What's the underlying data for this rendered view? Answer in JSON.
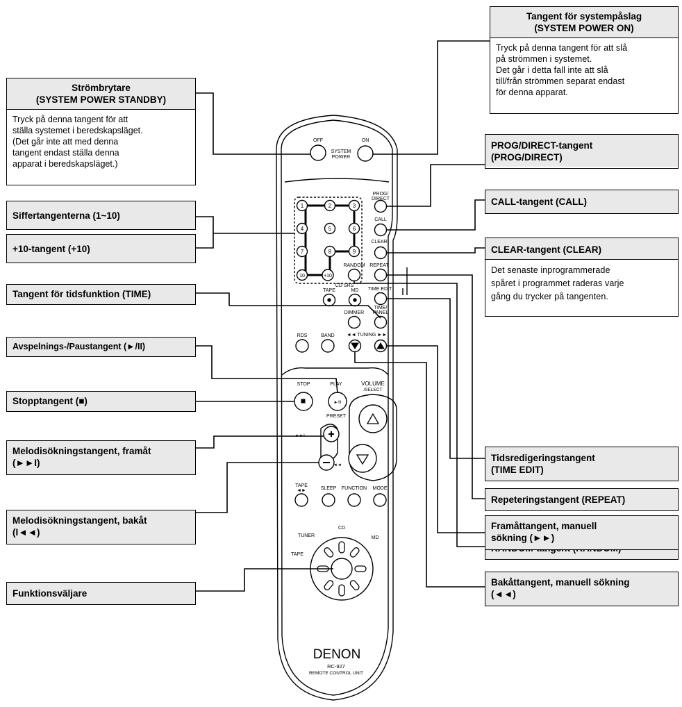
{
  "labels": {
    "system_power_on": {
      "title_line1": "Tangent för systempåslag",
      "title_line2": "(SYSTEM POWER ON)",
      "desc_line1": "Tryck på denna tangent för att slå",
      "desc_line2": "på strömmen i systemet.",
      "desc_line3": "Det går i detta fall inte att slå",
      "desc_line4": "till/från strömmen separat endast",
      "desc_line5": "för denna apparat."
    },
    "system_power_standby": {
      "title_line1": "Strömbrytare",
      "title_line2": "(SYSTEM POWER STANDBY)",
      "desc_line1": "Tryck på denna tangent för att",
      "desc_line2": "ställa systemet i beredskapsläget.",
      "desc_line3": "(Det går inte att med denna",
      "desc_line4": "tangent endast ställa denna",
      "desc_line5": "apparat i beredskapsläget.)"
    },
    "prog_direct": {
      "line1": "PROG/DIRECT-tangent",
      "line2": "(PROG/DIRECT)"
    },
    "call": "CALL-tangent (CALL)",
    "clear": {
      "title": "CLEAR-tangent (CLEAR)",
      "desc_line1": "Det senaste inprogrammerade",
      "desc_line2": "spåret i programmet raderas varje",
      "desc_line3": "gång du trycker på tangenten."
    },
    "number_keys": "Siffertangenterna (1~10)",
    "plus10": "+10-tangent (+10)",
    "time": "Tangent för tidsfunktion (TIME)",
    "play_pause": "Avspelnings-/Paustangent (►/II)",
    "stop": "Stopptangent (■)",
    "skip_forward": {
      "line1": "Melodisökningstangent, framåt",
      "line2": "(►►I)"
    },
    "skip_back": {
      "line1": "Melodisökningstangent, bakåt",
      "line2": "(I◄◄)"
    },
    "function_selector": "Funktionsväljare",
    "repeat": "Repeteringstangent (REPEAT)",
    "random": "RANDOM-tangent (RANDOM)",
    "time_edit": {
      "line1": "Tidsredigeringstangent",
      "line2": "(TIME EDIT)"
    },
    "tuning_forward": {
      "line1": "Framåttangent, manuell",
      "line2": "sökning (►►)"
    },
    "tuning_back": {
      "line1": "Bakåttangent, manuell sökning",
      "line2": "(◄◄)"
    }
  },
  "remote": {
    "off": "OFF",
    "on": "ON",
    "system_power_1": "SYSTEM",
    "system_power_2": "POWER",
    "numbers": [
      "1",
      "2",
      "3",
      "4",
      "5",
      "6",
      "7",
      "8",
      "9",
      "10",
      "+10"
    ],
    "prog_direct_1": "PROG/",
    "prog_direct_2": "DIRECT",
    "call": "CALL",
    "clear": "CLEAR",
    "random": "RANDOM",
    "repeat": "REPEAT",
    "cd_srs": "CD SRS",
    "tape": "TAPE",
    "md": "MD",
    "time_edit": "TIME EDIT",
    "time_panel_1": "TIME/",
    "time_panel_2": "PANEL",
    "dimmer": "DIMMER",
    "rds": "RDS",
    "band": "BAND",
    "tuning": "◄◄ TUNING ►►",
    "stop": "STOP",
    "play": "PLAY",
    "play_symbol": "►/II",
    "volume_1": "VOLUME",
    "volume_2": "/SELECT",
    "preset": "PRESET",
    "skip_fwd_symbol": "►►I",
    "skip_back_symbol": "I◄◄",
    "tape_dir_1": "TAPE",
    "tape_dir_2": "◄►",
    "sleep": "SLEEP",
    "function": "FUNCTION",
    "mode": "MODE",
    "cd_pos": "CD",
    "tuner_pos": "TUNER",
    "md_pos": "MD",
    "tape_pos": "TAPE",
    "brand": "DENON",
    "model": "RC-927",
    "unit": "REMOTE CONTROL UNIT"
  }
}
